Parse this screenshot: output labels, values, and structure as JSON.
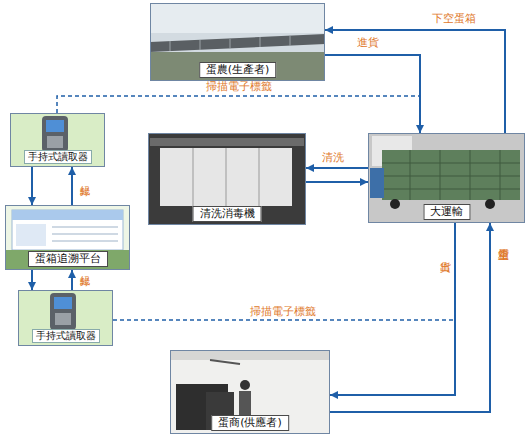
{
  "diagram": {
    "nodes": [
      {
        "text": [
          "蛋農(生產者)"
        ]
      },
      {
        "text": [
          "手持式讀取器"
        ]
      },
      {
        "text": [
          "清洗消毒機"
        ]
      },
      {
        "text": [
          "大運輸"
        ]
      },
      {
        "text": [
          "蛋箱追溯平台"
        ]
      },
      {
        "text": [
          "手持式讀取器"
        ]
      },
      {
        "text": [
          "蛋商(供應者)"
        ]
      }
    ],
    "edges": [
      {
        "from": 3,
        "to": 0,
        "arrow": "to",
        "label": "下空蛋箱"
      },
      {
        "from": 0,
        "to": 3,
        "arrow": "to",
        "label": "進貨"
      },
      {
        "from": 3,
        "to": 2,
        "arrow": "to",
        "label": "清洗"
      },
      {
        "from": 2,
        "to": 3,
        "arrow": "to"
      },
      {
        "from": 3,
        "to": 6,
        "arrow": "to",
        "label": "出貨"
      },
      {
        "from": 6,
        "to": 3,
        "arrow": "to",
        "label": "上空蛋箱"
      },
      {
        "from": 1,
        "to": 4,
        "arrow": "to"
      },
      {
        "from": 4,
        "to": 1,
        "arrow": "to",
        "label": "紀錄"
      },
      {
        "from": 4,
        "to": 5,
        "arrow": "to"
      },
      {
        "from": 5,
        "to": 4,
        "arrow": "to",
        "label": "紀錄"
      },
      {
        "from": 1,
        "to": 3,
        "arrow": "none",
        "label": "掃描電子標籤"
      },
      {
        "from": 5,
        "to": 3,
        "arrow": "none",
        "label": "掃描電子標籤"
      }
    ]
  }
}
